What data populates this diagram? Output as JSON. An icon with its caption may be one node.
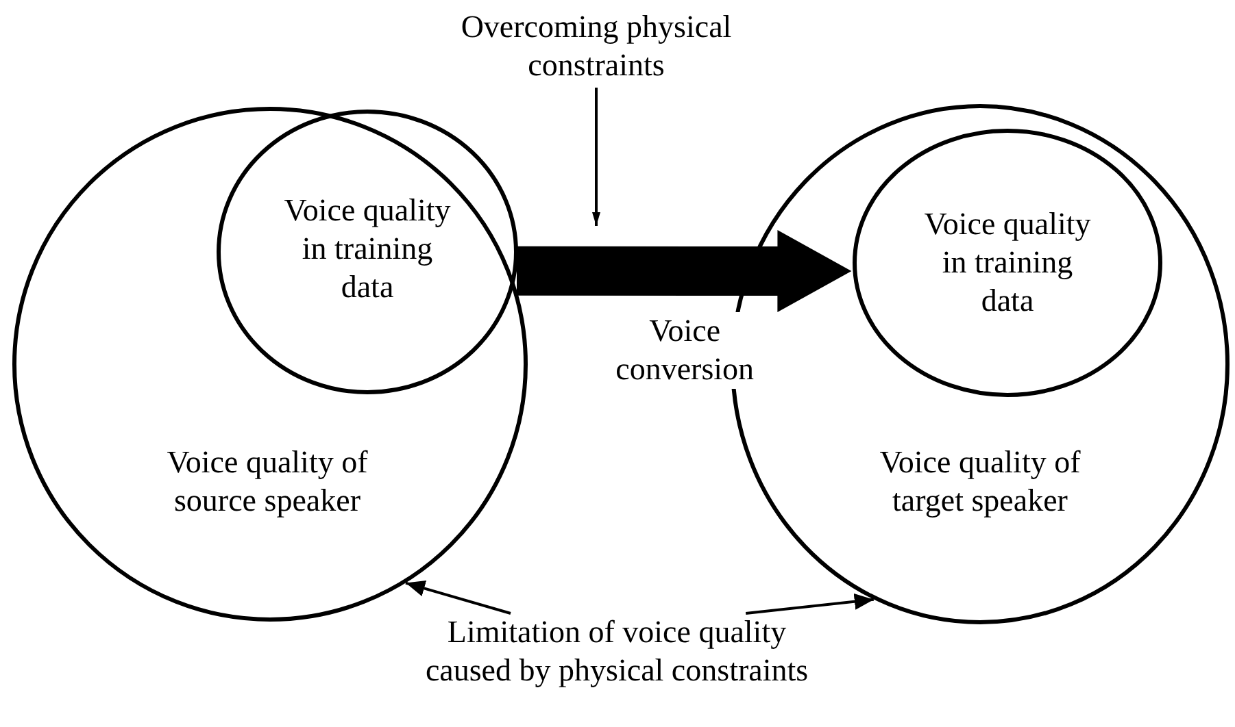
{
  "diagram": {
    "nodes": [
      {
        "text": [
          "Voice quality of source speaker"
        ]
      },
      {
        "text": [
          "Voice quality in training data"
        ],
        "in": 0
      },
      {
        "text": [
          "Voice quality of target speaker"
        ]
      },
      {
        "text": [
          "Voice quality in training data"
        ],
        "in": 2
      },
      {
        "text": [
          "Overcoming physical constraints"
        ]
      },
      {
        "text": [
          "Limitation of voice quality caused by physical constraints"
        ]
      }
    ],
    "edges": [
      {
        "from": 1,
        "to": 3,
        "arrow": "to",
        "label": "Voice conversion",
        "style": "thick"
      },
      {
        "from": 4,
        "to": null,
        "arrow": "to"
      },
      {
        "from": 5,
        "to": 0,
        "arrow": "to"
      },
      {
        "from": 5,
        "to": 2,
        "arrow": "to"
      }
    ]
  }
}
